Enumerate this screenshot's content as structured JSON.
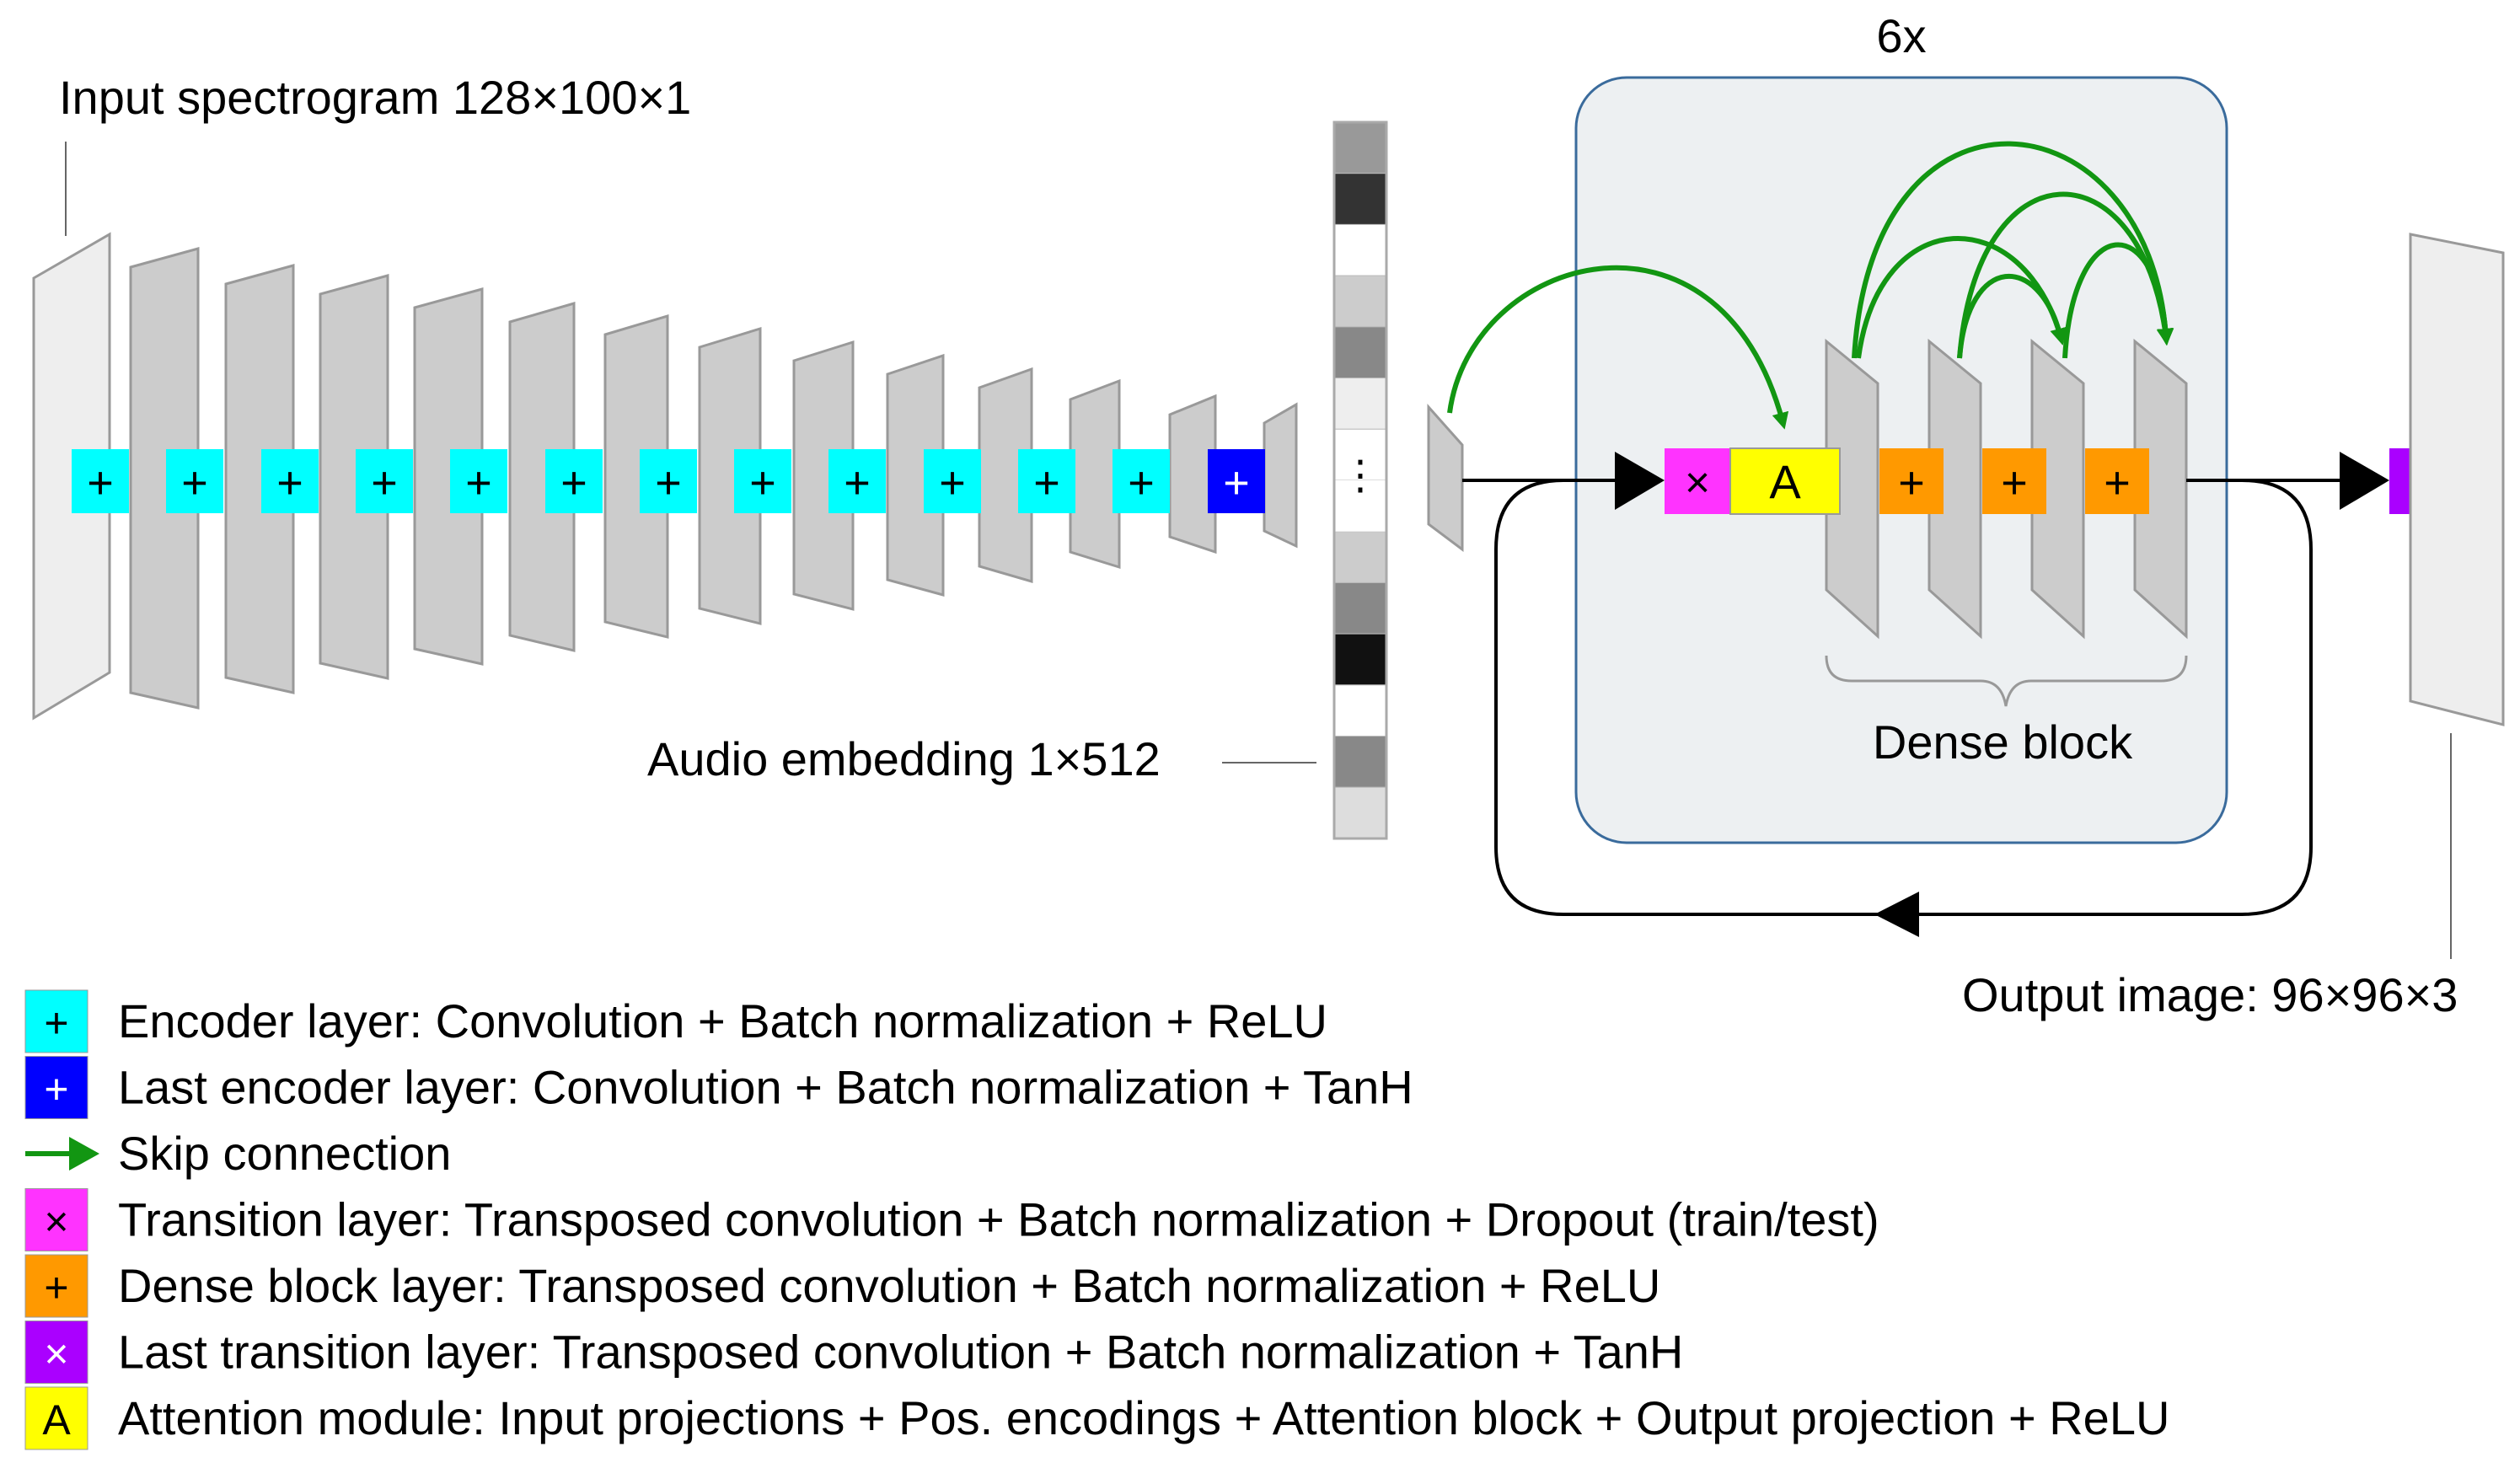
{
  "labels": {
    "input": "Input spectrogram 128×100×1",
    "embedding": "Audio embedding 1×512",
    "embedding_dots": "⋮",
    "repeat": "6x",
    "dense_block": "Dense block",
    "output": "Output image: 96×96×3"
  },
  "symbols": {
    "plus": "+",
    "times": "×",
    "attention": "A"
  },
  "colors": {
    "encoder": "#00ffff",
    "last_encoder": "#0000ff",
    "transition": "#ff33ff",
    "dense": "#ff9900",
    "last_transition": "#aa00ff",
    "attention": "#ffff00",
    "skip": "#129612",
    "layer_fill": "#cccccc",
    "io_fill": "#eeeeee",
    "block_bg": "#edf0f2",
    "block_border": "#3a6b9c"
  },
  "embedding_cells": [
    "#999999",
    "#333333",
    "#ffffff",
    "#cccccc",
    "#888888",
    "#eeeeee",
    "#ffffff",
    "#cccccc",
    "#888888",
    "#111111",
    "#ffffff",
    "#888888",
    "#dddddd"
  ],
  "legend": [
    {
      "symbol": "+",
      "color": "#00ffff",
      "symbol_color": "#000000",
      "icon": "encoder-layer-icon",
      "text": "Encoder layer: Convolution + Batch normalization + ReLU"
    },
    {
      "symbol": "+",
      "color": "#0000ff",
      "symbol_color": "#ffffff",
      "icon": "last-encoder-layer-icon",
      "text": "Last encoder layer: Convolution + Batch normalization + TanH"
    },
    {
      "symbol": "",
      "color": "#129612",
      "symbol_color": "#129612",
      "icon": "skip-connection-arrow-icon",
      "text": "Skip connection"
    },
    {
      "symbol": "×",
      "color": "#ff33ff",
      "symbol_color": "#000000",
      "icon": "transition-layer-icon",
      "text": "Transition layer: Transposed convolution + Batch normalization + Dropout (train/test)"
    },
    {
      "symbol": "+",
      "color": "#ff9900",
      "symbol_color": "#000000",
      "icon": "dense-block-layer-icon",
      "text": "Dense block layer: Transposed convolution + Batch normalization + ReLU"
    },
    {
      "symbol": "×",
      "color": "#aa00ff",
      "symbol_color": "#ffffff",
      "icon": "last-transition-layer-icon",
      "text": "Last transition layer: Transposed convolution + Batch normalization + TanH"
    },
    {
      "symbol": "A",
      "color": "#ffff00",
      "symbol_color": "#000000",
      "icon": "attention-module-icon",
      "text": "Attention module: Input projections + Pos. encodings + Attention block + Output projection + ReLU"
    }
  ]
}
